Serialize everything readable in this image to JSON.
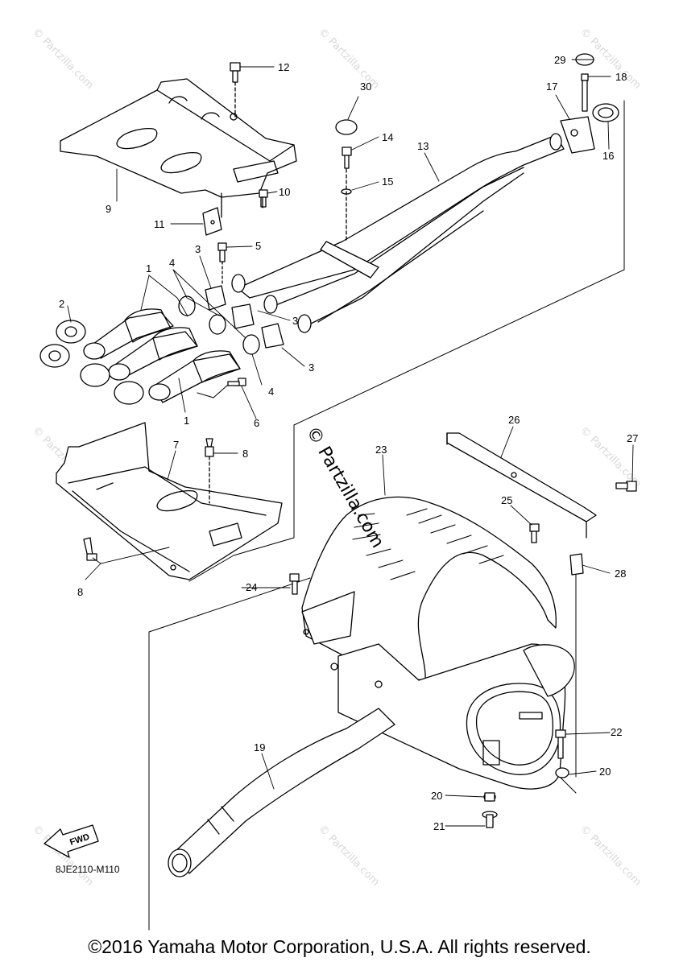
{
  "watermark": "© Partzilla.com",
  "diagram_code": "8JE2110-M110",
  "fwd_label": "FWD",
  "copyright": "©2016 Yamaha Motor Corporation, U.S.A. All rights reserved.",
  "callouts": {
    "c1a": "1",
    "c1b": "1",
    "c2": "2",
    "c3a": "3",
    "c3b": "3",
    "c3c": "3",
    "c4a": "4",
    "c4b": "4",
    "c5": "5",
    "c6": "6",
    "c7": "7",
    "c8a": "8",
    "c8b": "8",
    "c9": "9",
    "c10": "10",
    "c11": "11",
    "c12": "12",
    "c13": "13",
    "c14": "14",
    "c15": "15",
    "c16": "16",
    "c17": "17",
    "c18": "18",
    "c19": "19",
    "c20a": "20",
    "c20b": "20",
    "c21": "21",
    "c22": "22",
    "c23": "23",
    "c24": "24",
    "c25": "25",
    "c26": "26",
    "c27": "27",
    "c28": "28",
    "c29": "29",
    "c30": "30"
  }
}
